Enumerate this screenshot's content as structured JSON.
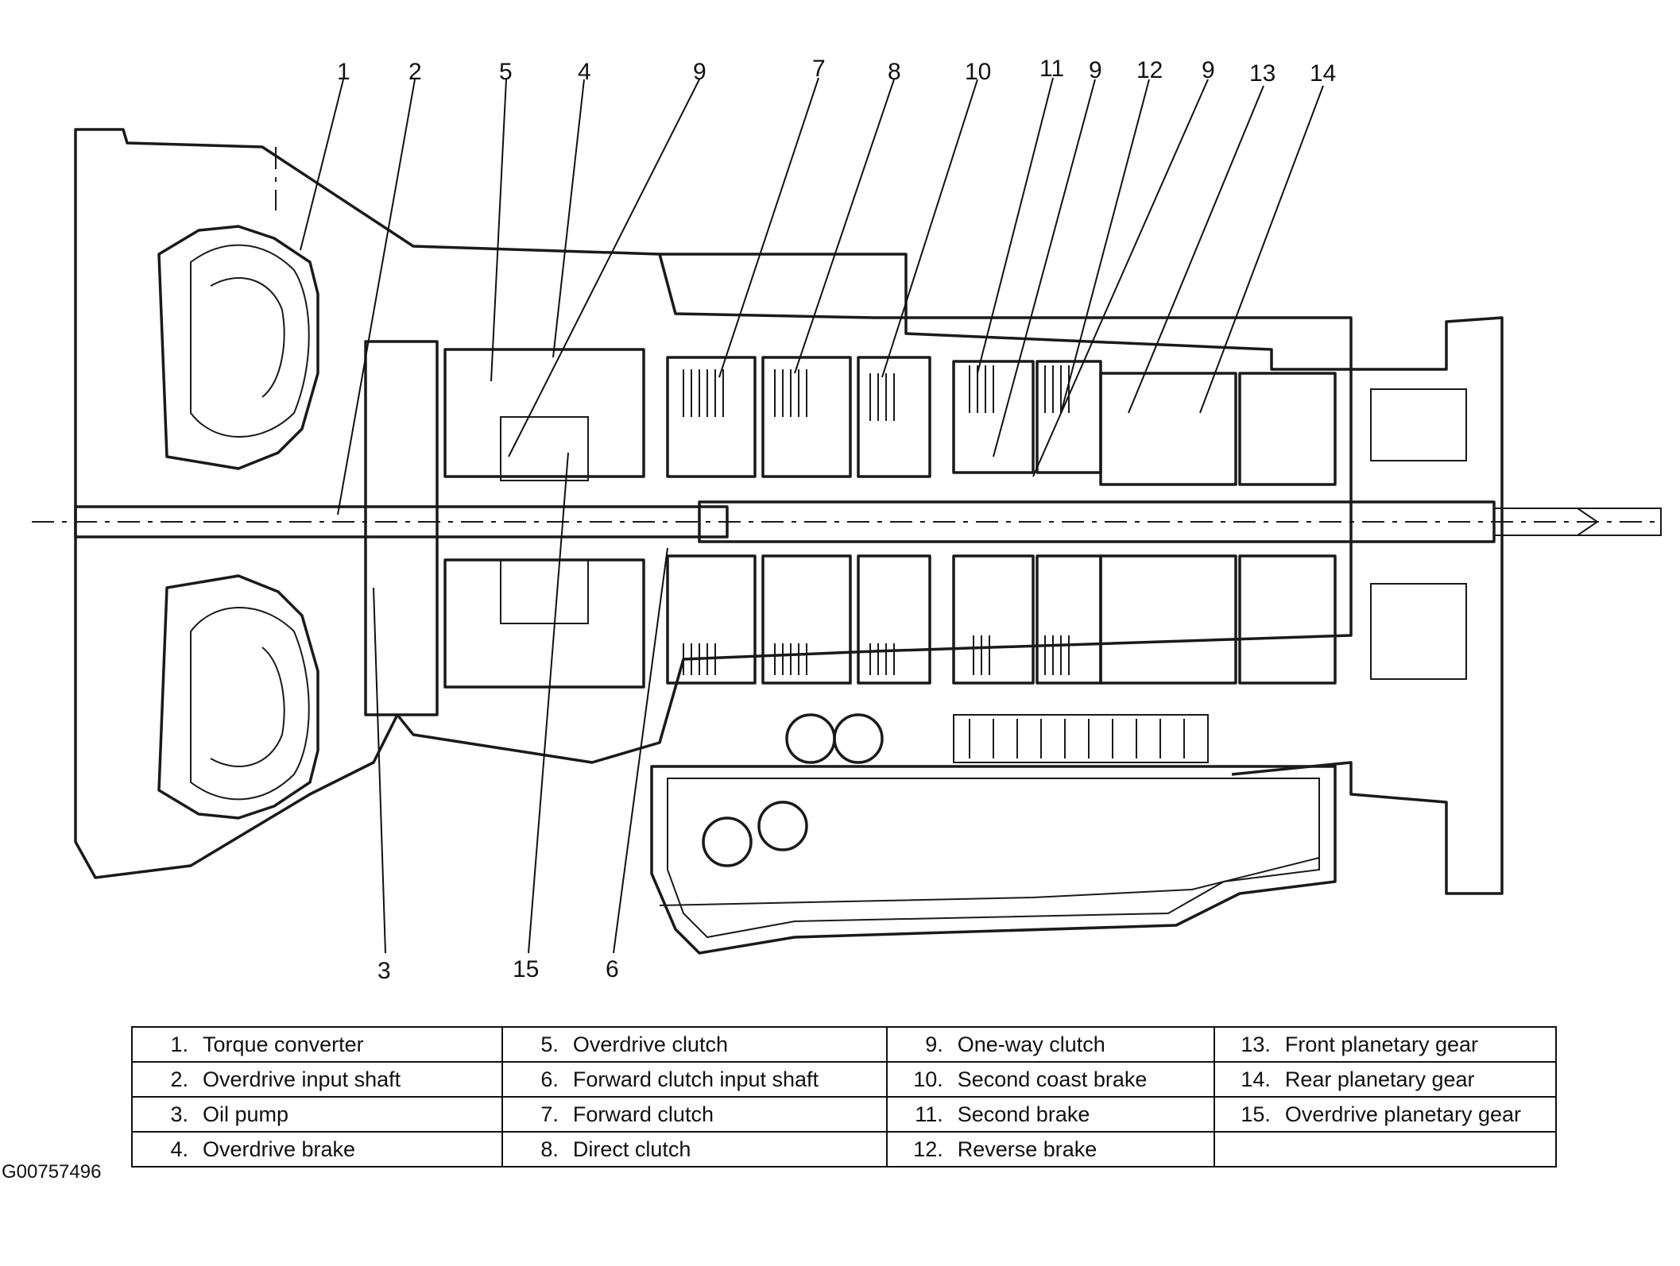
{
  "diagram": {
    "callouts": {
      "top": [
        "1",
        "2",
        "5",
        "4",
        "9",
        "7",
        "8",
        "10",
        "11",
        "9",
        "12",
        "9",
        "13",
        "14"
      ],
      "bottom": [
        "3",
        "15",
        "6"
      ]
    }
  },
  "legend": {
    "rows": [
      [
        {
          "num": "1.",
          "label": "Torque converter"
        },
        {
          "num": "5.",
          "label": "Overdrive clutch"
        },
        {
          "num": "9.",
          "label": "One-way clutch"
        },
        {
          "num": "13.",
          "label": "Front planetary gear"
        }
      ],
      [
        {
          "num": "2.",
          "label": "Overdrive input shaft"
        },
        {
          "num": "6.",
          "label": "Forward clutch input shaft"
        },
        {
          "num": "10.",
          "label": "Second coast brake"
        },
        {
          "num": "14.",
          "label": "Rear planetary gear"
        }
      ],
      [
        {
          "num": "3.",
          "label": "Oil pump"
        },
        {
          "num": "7.",
          "label": "Forward clutch"
        },
        {
          "num": "11.",
          "label": "Second brake"
        },
        {
          "num": "15.",
          "label": "Overdrive planetary gear"
        }
      ],
      [
        {
          "num": "4.",
          "label": "Overdrive brake"
        },
        {
          "num": "8.",
          "label": "Direct clutch"
        },
        {
          "num": "12.",
          "label": "Reverse brake"
        },
        {
          "num": "",
          "label": ""
        }
      ]
    ]
  },
  "figure_id": "G00757496"
}
